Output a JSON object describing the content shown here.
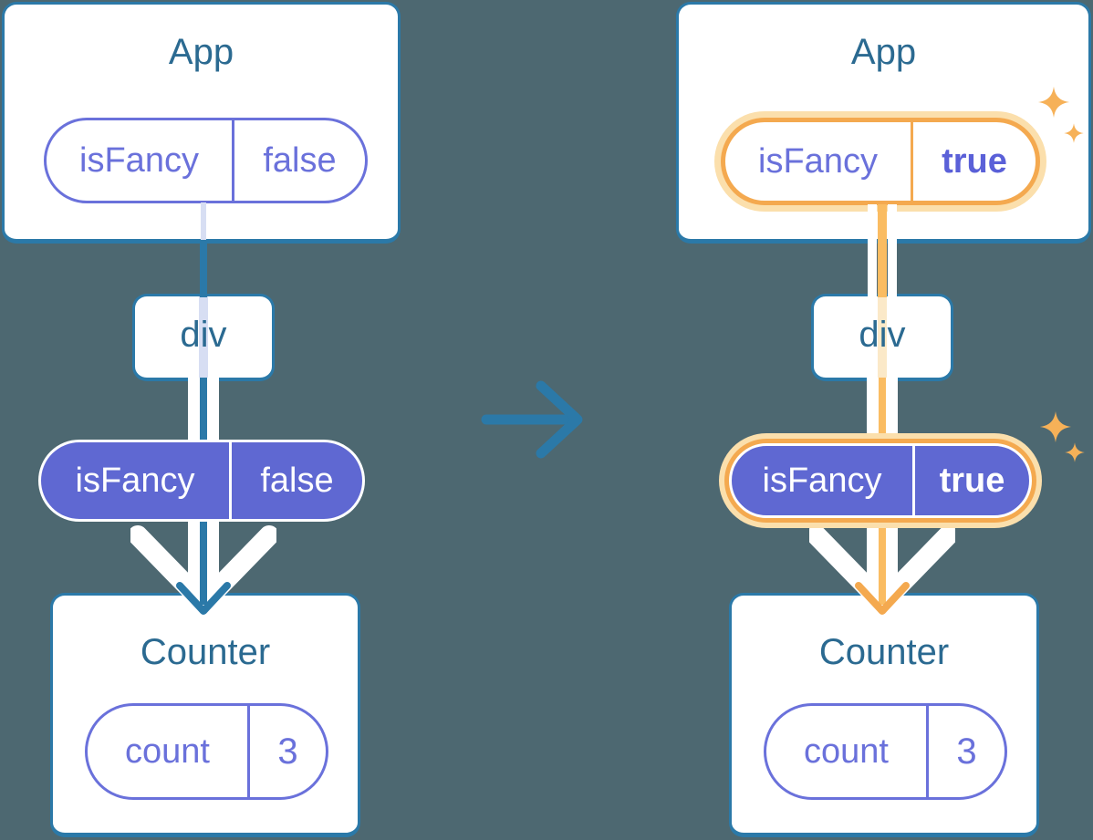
{
  "diagram_title": "React props update diagram (before and after isFancy changes)",
  "colors": {
    "background": "#4d6871",
    "blue": "#2b79a8",
    "heading_text": "#2b6a91",
    "purple_fill": "#5f68d2",
    "purple_text": "#6a71db",
    "orange_highlight": "#f4a94f",
    "orange_line": "#fabc62",
    "orange_glow": "#fbdfac",
    "white": "#ffffff"
  },
  "icons": {
    "sparkle": "four-point-star",
    "transition_arrow": "right-arrow",
    "flow_arrow": "big-white-chevron-down"
  },
  "before_tree": {
    "app_card": {
      "title": "App",
      "prop_pill": {
        "name": "isFancy",
        "value": "false"
      }
    },
    "div_box": {
      "label": "div"
    },
    "prop_pill": {
      "name": "isFancy",
      "value": "false"
    },
    "counter_card": {
      "title": "Counter",
      "state_pill": {
        "name": "count",
        "value": "3"
      }
    }
  },
  "after_tree": {
    "app_card": {
      "title": "App",
      "prop_pill": {
        "name": "isFancy",
        "value": "true"
      }
    },
    "div_box": {
      "label": "div"
    },
    "prop_pill": {
      "name": "isFancy",
      "value": "true"
    },
    "counter_card": {
      "title": "Counter",
      "state_pill": {
        "name": "count",
        "value": "3"
      }
    }
  }
}
